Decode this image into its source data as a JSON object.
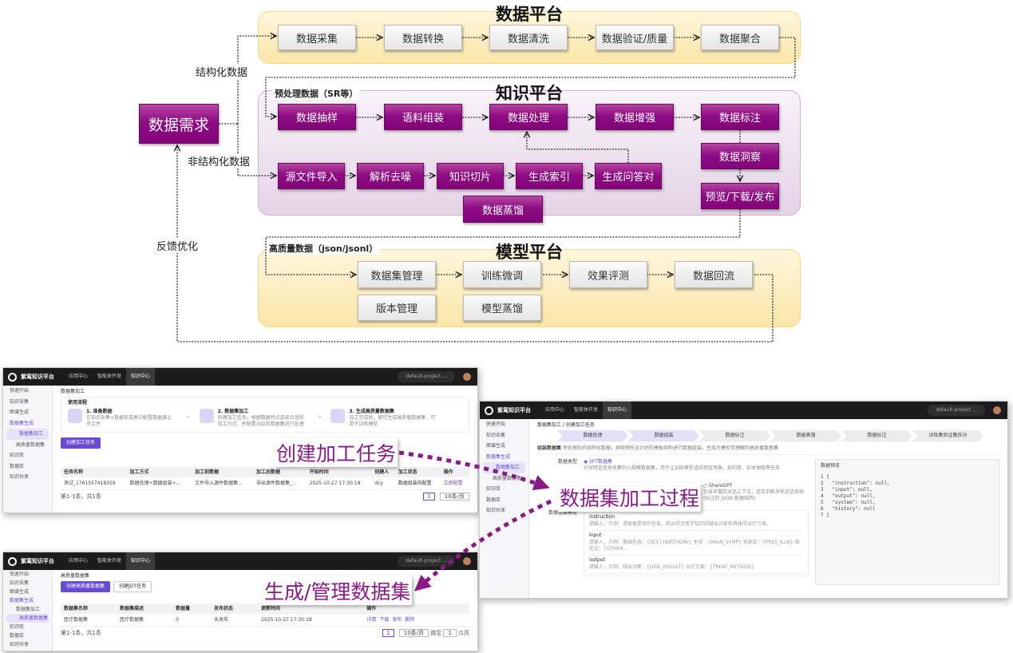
{
  "colors": {
    "purple_box": "#8e0c84",
    "yellow_panel": "#fbe6a8",
    "lavender_panel": "#e4d3e6",
    "annotation": "#8b1a89"
  },
  "diagram": {
    "demand": "数据需求",
    "edge_labels": {
      "structured": "结构化数据",
      "unstructured": "非结构化数据",
      "feedback": "反馈优化",
      "preprocessed": "预处理数据（SR等）",
      "high_quality": "高质量数据（json/jsonl）"
    },
    "data_platform": {
      "title": "数据平台",
      "steps": [
        "数据采集",
        "数据转换",
        "数据清洗",
        "数据验证/质量",
        "数据聚合"
      ]
    },
    "knowledge_platform": {
      "title": "知识平台",
      "row1": [
        "数据抽样",
        "语料组装",
        "数据处理",
        "数据增强",
        "数据标注"
      ],
      "row2": [
        "源文件导入",
        "解析去噪",
        "知识切片",
        "生成索引",
        "生成问答对"
      ],
      "distill": "数据蒸馏",
      "insight": "数据洞察",
      "publish": "预览/下载/发布"
    },
    "model_platform": {
      "title": "模型平台",
      "row1": [
        "数据集管理",
        "训练微调",
        "效果评测",
        "数据回流"
      ],
      "row2": [
        "版本管理",
        "模型蒸馏"
      ]
    }
  },
  "annotations": {
    "create_task": "创建加工任务",
    "process": "数据集加工过程",
    "manage": "生成/管理数据集"
  },
  "app": {
    "logo": "紫鸾知识平台",
    "tabs": [
      "应用中心",
      "智能体开发",
      "知识中心"
    ],
    "project": "default-project ...",
    "sidebar": [
      "快速开始",
      "知识采集",
      "图谱生成",
      "数据集生成",
      "数据集加工",
      "高质量数据集",
      "知识库",
      "数据库",
      "知识共享"
    ]
  },
  "shot1": {
    "breadcrumb": "数据集加工",
    "flow_title": "使用流程",
    "steps": [
      {
        "t": "1. 准备数据",
        "d": "在知识采集+数据库或者中配置数据源上传文件"
      },
      {
        "t": "2. 数据集加工",
        "d": "创建加工任务，根据数据特点选择合适的加工方式，并配置对应的数据集进行处理"
      },
      {
        "t": "3. 生成高质量数据集",
        "d": "加工完成后，即可生成高质量数据集，可用于训练模型"
      }
    ],
    "create_btn": "创建加工任务",
    "headers": [
      "任务名称",
      "加工方式",
      "加工前数据",
      "加工后数据",
      "开始时间",
      "创建人",
      "加工状态",
      "操作"
    ],
    "row": [
      "测试_1761557418359",
      "数据处理+数据组装+...",
      "文件导入源件数据集...",
      "导出源件数据集_...",
      "2025-10-27 17:30:18",
      "dcy",
      "数据组装待配置",
      "立即配置"
    ],
    "total": "第1-1条，共1条",
    "page": "1",
    "page_size": "10条/页"
  },
  "shot2": {
    "breadcrumb": "数据集加工 / 创建加工任务",
    "steps": [
      "数据处理",
      "数据组装",
      "数据标注",
      "数据蒸馏",
      "数据标注",
      "训练集验证集拆分"
    ],
    "section": "组装数据集",
    "section_hint": "将处理后的结构化数据，按照预先设计好的模板结构进行数据组装，生成大模型可理解的高质量数据集",
    "type_label": "数据类型",
    "sft": "SFT数据集",
    "sft_desc": "针对特定任务收集的小规模数据集，用于让训练模型适应特定场景，如问答、实体抽取等任务",
    "sharegpt": "ShareGPT",
    "sharegpt_desc": "包含丰富的对话上下文，适合训练多轮对话系统",
    "json_note": "(标注的 JSON 数据结构)",
    "template_label": "数据组装模板",
    "fields": [
      {
        "name": "instruction",
        "ph": "请输入，示例：请根据提供的信息，给出符合医学知识的疑似诊断和具体的治疗方案。"
      },
      {
        "name": "input",
        "ph": "请输入，示例：基础信息：{SEX}{BIRTHDAY} 主诉：{MAIN_SYMP} 现病史：{PRES_ILLN} 既往史：{OTHER..."
      },
      {
        "name": "output",
        "ph": "请输入，示例：疑似诊断：{DISE_RESULT} 治疗方案：{TREAT_METHOD}"
      }
    ],
    "preview_tab": "数据预览",
    "code": [
      "1 {",
      "2   \"instruction\": null,",
      "3   \"input\": null,",
      "4   \"output\": null,",
      "5   \"system\": null,",
      "6   \"history\": null",
      "7 }"
    ]
  },
  "shot3": {
    "breadcrumb": "高质量数据集",
    "create_btn": "创建高质量数据集",
    "second_btn": "创建JDT任务",
    "headers": [
      "数据集名称",
      "数据集描述",
      "数据量",
      "发布状态",
      "更新时间",
      "操作"
    ],
    "row": [
      "医疗数据集",
      "医疗数据集",
      "0",
      "未发布",
      "2025-10-27 17:30:18"
    ],
    "actions": [
      "详情",
      "下载",
      "发布",
      "删除"
    ],
    "total": "第1-1条，共1条",
    "page": "1",
    "page_size": "10条/页",
    "goto": "跳至",
    "goto_page": "1",
    "pages": "/1页"
  }
}
